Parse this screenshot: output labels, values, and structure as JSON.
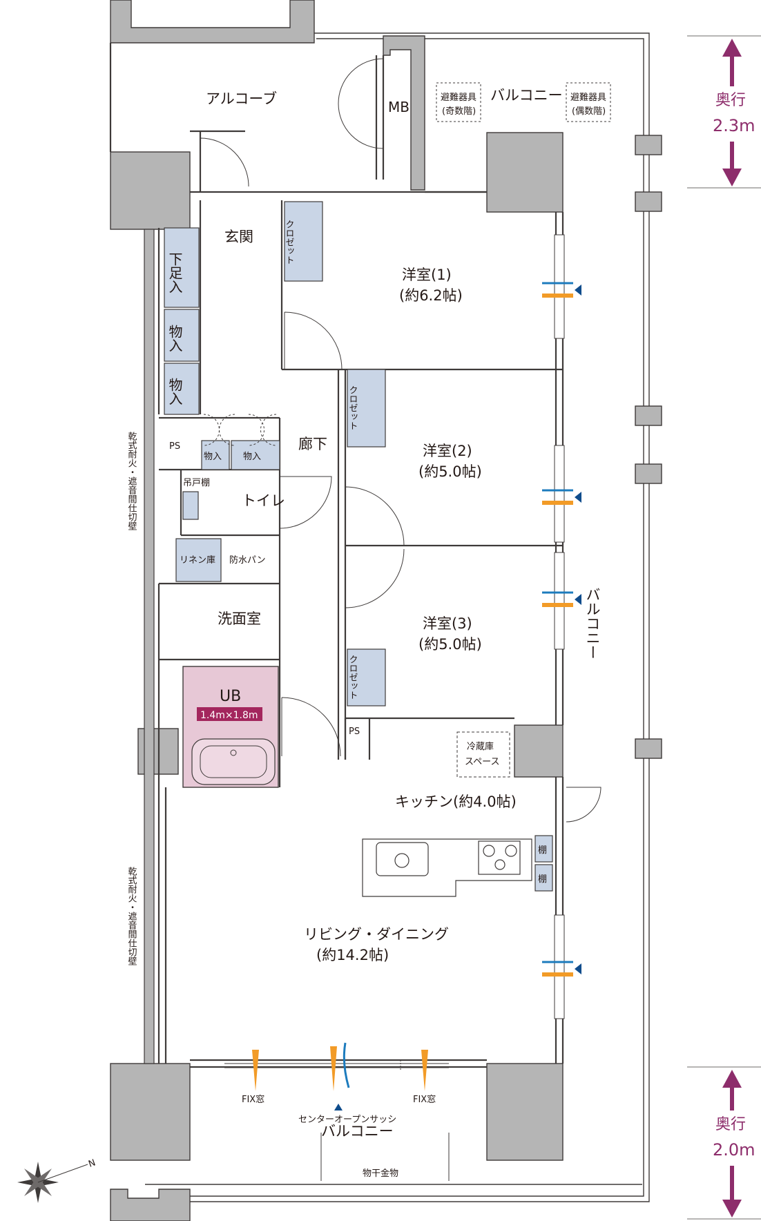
{
  "colors": {
    "wall": "#b5b5b5",
    "wall_stroke": "#3e3a39",
    "storage": "#c9d5e6",
    "unit_bath": "#e7c8d6",
    "ub_badge": "#a3265d",
    "depth_accent": "#8d2d6b",
    "airflow_orange": "#f29b27",
    "airflow_blue": "#1c7bbd",
    "airflow_arrow": "#0f4c8c"
  },
  "rooms": {
    "alcove": "アルコーブ",
    "balcony_top": "バルコニー",
    "balcony_right": "バルコニー",
    "balcony_bottom": "バルコニー",
    "mb": "MB",
    "evac_odd_line1": "避難器具",
    "evac_odd_line2": "(奇数階)",
    "evac_even_line1": "避難器具",
    "evac_even_line2": "(偶数階)",
    "entrance": "玄関",
    "corridor": "廊下",
    "ps1": "PS",
    "ps2": "PS",
    "shoe_storage": "下足入",
    "storage_a": "物入",
    "storage_b": "物入",
    "storage_c": "物入",
    "storage_d": "物入",
    "closet1": "クロゼット",
    "closet2": "クロゼット",
    "closet3": "クロゼット",
    "western1_name": "洋室(1)",
    "western1_size": "(約6.2帖)",
    "western2_name": "洋室(2)",
    "western2_size": "(約5.0帖)",
    "western3_name": "洋室(3)",
    "western3_size": "(約5.0帖)",
    "hanging_shelf": "吊戸棚",
    "toilet": "トイレ",
    "linen": "リネン庫",
    "waterproof_pan": "防水パン",
    "washroom": "洗面室",
    "ub": "UB",
    "ub_size": "1.4m×1.8m",
    "fridge_line1": "冷蔵庫",
    "fridge_line2": "スペース",
    "kitchen": "キッチン(約4.0帖)",
    "shelf1": "棚",
    "shelf2": "棚",
    "living_name": "リビング・ダイニング",
    "living_size": "(約14.2帖)",
    "fix_window_left": "FIX窓",
    "fix_window_right": "FIX窓",
    "center_sash": "センターオープンサッシ",
    "drying_hardware": "物干金物",
    "partition_wall_upper": "乾式耐火・遮音間仕切壁",
    "partition_wall_lower": "乾式耐火・遮音間仕切壁"
  },
  "depth_markers": {
    "top_label": "奥行",
    "top_value": "2.3m",
    "bottom_label": "奥行",
    "bottom_value": "2.0m"
  },
  "compass": {
    "north": "N"
  }
}
